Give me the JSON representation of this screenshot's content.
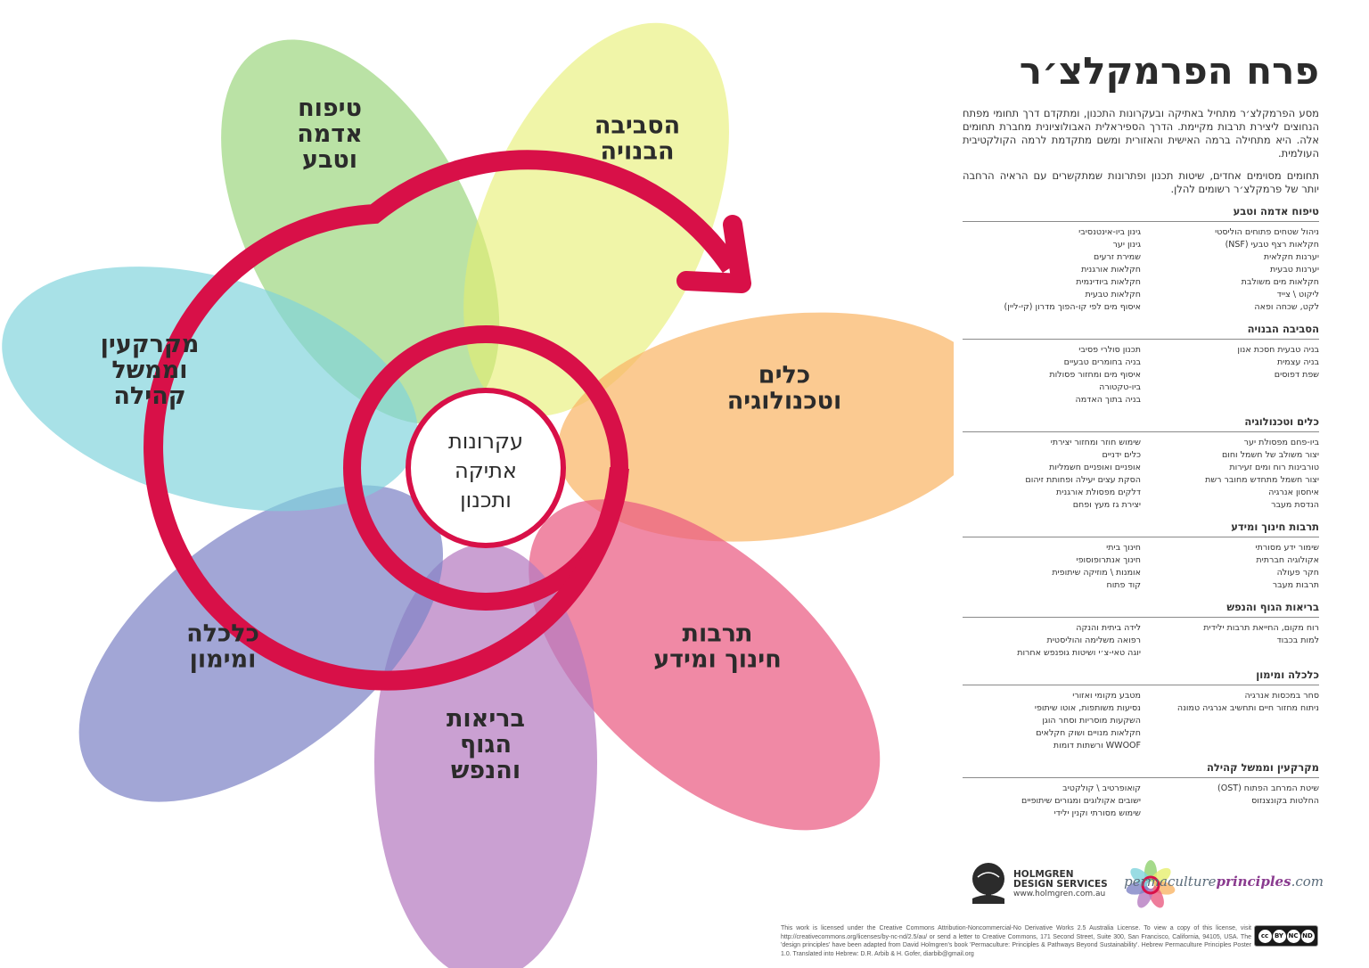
{
  "petals": [
    {
      "id": "soil",
      "color": "#8fd16e",
      "opacity": 0.62,
      "lines": [
        "טיפוח",
        "אדמה",
        "וטבע"
      ]
    },
    {
      "id": "built",
      "color": "#e6ef6e",
      "opacity": 0.6,
      "lines": [
        "הסביבה",
        "הבנויה"
      ]
    },
    {
      "id": "tools",
      "color": "#f9b567",
      "opacity": 0.72,
      "lines": [
        "כלים",
        "וטכנולוגיה"
      ]
    },
    {
      "id": "culture",
      "color": "#ea5c82",
      "opacity": 0.72,
      "lines": [
        "תרבות",
        "חינוך ומידע"
      ]
    },
    {
      "id": "health",
      "color": "#b57cc0",
      "opacity": 0.72,
      "lines": [
        "בריאות",
        "הגוף",
        "והנפש"
      ]
    },
    {
      "id": "finance",
      "color": "#7e83c6",
      "opacity": 0.72,
      "lines": [
        "כלכלה",
        "ומימון"
      ]
    },
    {
      "id": "land",
      "color": "#7fd3dc",
      "opacity": 0.68,
      "lines": [
        "מקרקעין",
        "וממשל",
        "קהילה"
      ]
    }
  ],
  "center": {
    "lines": [
      "עקרונות",
      "אתיקה",
      "ותכנון"
    ]
  },
  "spiral_color": "#d81048",
  "title": "פרח הפרמקלצ׳ר",
  "intro": [
    "מסע הפרמקלצ׳ר מתחיל באתיקה ובעקרונות התכנון, ומתקדם דרך תחומי מפתח הנחוצים ליצירת תרבות מקיימת. הדרך הספיראלית האבולוציונית מחברת תחומים אלה. היא מתחילה ברמה האישית והאזורית ומשם מתקדמת לרמה הקולקטיבית העולמית.",
    "תחומים מסוימים אחדים, שיטות תכנון ופתרונות שמתקשרים עם הראיה הרחבה יותר של פרמקלצ׳ר רשומים להלן."
  ],
  "sections": [
    {
      "title": "טיפוח אדמה וטבע",
      "right": [
        "ניהול שטחים פתוחים הוליסטי",
        "חקלאות רצף טבעי (NSF)",
        "יערנות חקלאית",
        "יערנות טבעית",
        "חקלאות מים משולבת",
        "ליקוט \\ צייד",
        "לקט, שכחה ופאה"
      ],
      "left": [
        "גינון ביו-אינטנסיבי",
        "גינון יער",
        "שמירת זרעים",
        "חקלאות אורגנית",
        "חקלאות ביודינמית",
        "חקלאות טבעית",
        "איסוף מים לפי קו-הפוך מדרון (קי-ליין)"
      ]
    },
    {
      "title": "הסביבה הבנויה",
      "right": [
        "בניה טבעית חסכת אנון",
        "בניה עצמית",
        "שפת דפוסים"
      ],
      "left": [
        "תכנון סולרי פסיבי",
        "בניה בחומרים טבעיים",
        "איסוף מים ומחזור פסולות",
        "ביו-טקטורה",
        "בניה בתוך האדמה"
      ]
    },
    {
      "title": "כלים וטכנולוגיה",
      "right": [
        "ביו-פחם מפסולת יער",
        "יצור משולב של חשמל וחום",
        "טורבינות רוח ומים זעירות",
        "יצור חשמל מתחדש מחובר רשת",
        "איחסון אנרגיה",
        "הנדסת מעבר"
      ],
      "left": [
        "שימוש חוזר ומחזור יצירתי",
        "כלים ידניים",
        "אופניים ואופניים חשמליות",
        "הסקת עצים יעילה ופחותת זיהום",
        "דלקים מפסולת אורגנית",
        "יצירת גז מעץ ופחם"
      ]
    },
    {
      "title": "תרבות חינוך ומידע",
      "right": [
        "שימור ידע מסורתי",
        "אקולוגיה חברתית",
        "חקר פעולה",
        "תרבות מעבר"
      ],
      "left": [
        "חינוך ביתי",
        "חינוך אנתרופוסופי",
        "אומנות \\ מוזיקה שיתופית",
        "קוד פתוח"
      ]
    },
    {
      "title": "בריאות הגוף והנפש",
      "right": [
        "רוח מקום, החייאת תרבות ילידית",
        "למות בכבוד"
      ],
      "left": [
        "לידה ביתית והנקה",
        "רפואה משלימה והוליסטית",
        "יוגה טאי-צ׳י ושיטות גופנפש אחרות"
      ]
    },
    {
      "title": "כלכלה ומימון",
      "right": [
        "סחר במכסות אנרגיה",
        "ניתוח מחזור חיים ותחשיב אנרגיה טמונה"
      ],
      "left": [
        "מטבע מקומי ואזורי",
        "נסיעות משותפות, אוטו שיתופי",
        "השקעות מוסריות וסחר הוגן",
        "חקלאות מנויים ושוק חקלאים",
        "WWOOF ורשתות דומות"
      ]
    },
    {
      "title": "מקרקעין וממשל קהילה",
      "right": [
        "שיטת המרחב הפתוח (OST)",
        "החלטות בקונצנזוס"
      ],
      "left": [
        "קואופרטיב \\ קולקטיב",
        "ישובים אקולוגים ומגורים שיתופיים",
        "שימוש מסורתי וקנין ילידי"
      ]
    }
  ],
  "logos": {
    "permaculture_a": "permaculture",
    "permaculture_b": "principles",
    "permaculture_c": ".com",
    "holmgren_name": "HOLMGREN DESIGN SERVICES",
    "holmgren_url": "www.holmgren.com.au"
  },
  "license": "This work is licensed under the Creative Commons Attribution-Noncommercial-No Derivative Works 2.5 Australia License. To view a copy of this license, visit http://creativecommons.org/licenses/by-nc-nd/2.5/au/ or send a letter to Creative Commons, 171 Second Street, Suite 300, San Francisco, California, 94105, USA. The 'design principles' have been adapted from David Holmgren's book 'Permaculture: Principles & Pathways Beyond Sustainability'. Hebrew Permaculture Principles Poster 1.0. Translated into Hebrew: D.R. Arbib & H. Gofer, diarbib@gmail.org",
  "cc_badge": [
    "cc",
    "BY",
    "NC",
    "ND"
  ]
}
